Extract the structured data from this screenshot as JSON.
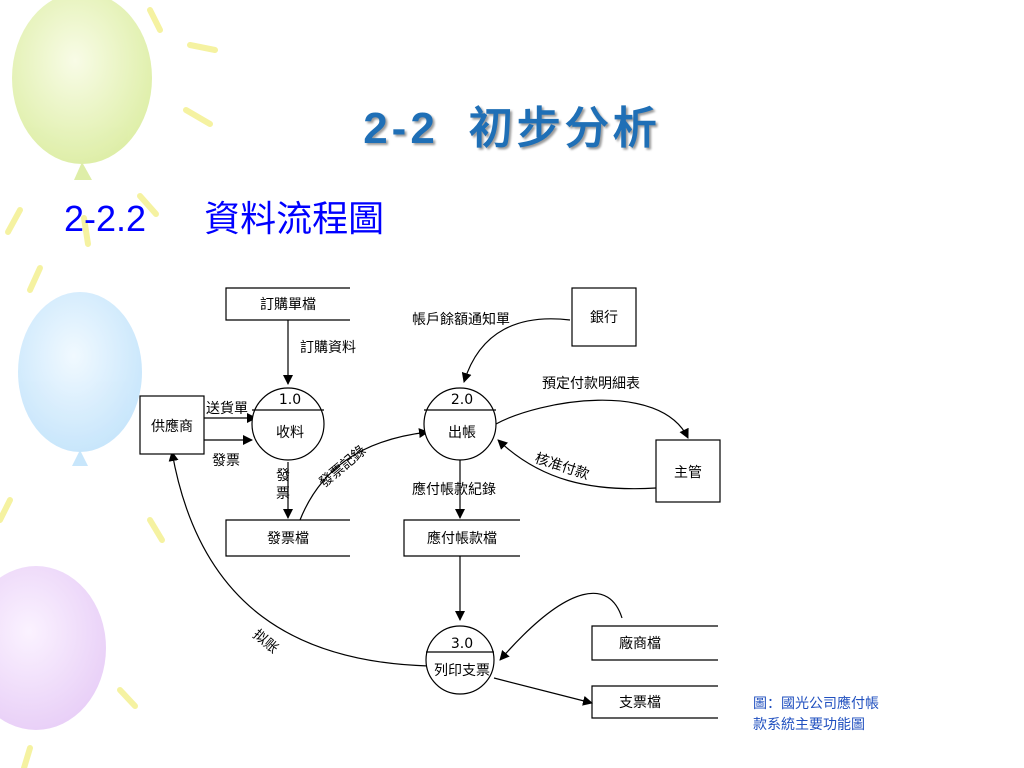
{
  "slide": {
    "title_num": "2-2",
    "title_text": "初步分析",
    "subtitle_num": "2-2.2",
    "subtitle_text": "資料流程圖",
    "caption_line1": "圖：國光公司應付帳",
    "caption_line2": "款系統主要功能圖",
    "title_color": "#1f6fb6",
    "subtitle_color": "#0000ff"
  },
  "diagram": {
    "entities": {
      "supplier": "供應商",
      "bank": "銀行",
      "manager": "主管"
    },
    "processes": {
      "p1_id": "1.0",
      "p1_name": "收料",
      "p2_id": "2.0",
      "p2_name": "出帳",
      "p3_id": "3.0",
      "p3_name": "列印支票"
    },
    "stores": {
      "purchase_order": "訂購單檔",
      "invoice": "發票檔",
      "payable": "應付帳款檔",
      "vendor": "廠商檔",
      "check": "支票檔"
    },
    "flows": {
      "purchase_data": "訂購資料",
      "delivery_note": "送貨單",
      "invoice_flow": "發票",
      "invoice_vertical_1": "發",
      "invoice_vertical_2": "票",
      "invoice_record": "發票記錄",
      "balance_notice": "帳戶餘額通知單",
      "payment_schedule": "預定付款明細表",
      "approve_payment": "核准付款",
      "payable_record": "應付帳款紀錄",
      "remit": "拟账"
    }
  }
}
